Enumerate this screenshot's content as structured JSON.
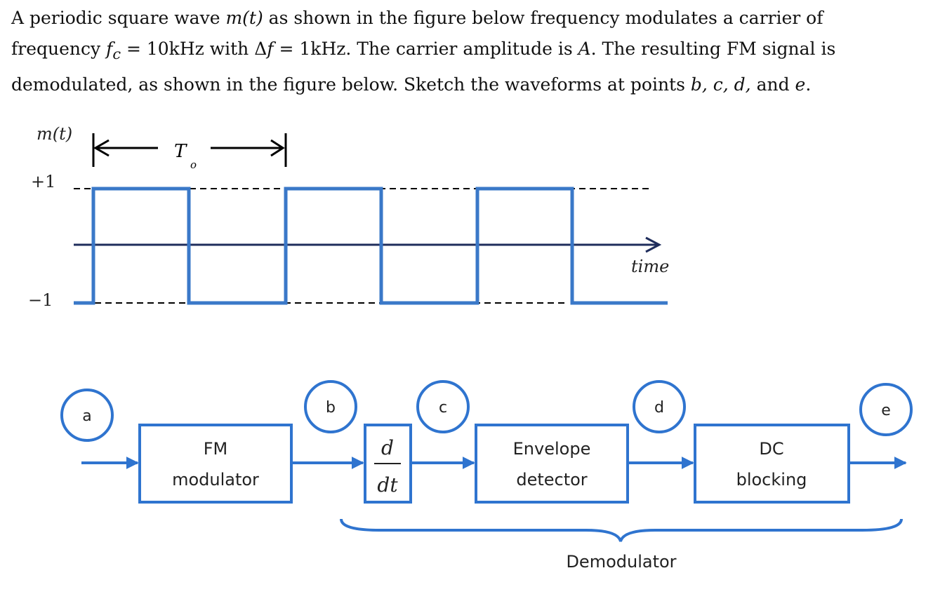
{
  "problem": {
    "line1": {
      "pre": "A periodic square wave ",
      "signal": "m(t)",
      "post": " as shown in the figure below frequency modulates a carrier of"
    },
    "line2": {
      "pre": "frequency ",
      "fc": "f",
      "fc_sub": "c",
      "mid1": " = 10kHz with Δ",
      "df": "f",
      "mid2": " = 1kHz. The carrier amplitude is ",
      "amp": "A",
      "post": ". The resulting FM signal is"
    },
    "line3": {
      "pre": "demodulated, as shown in the figure below. Sketch the waveforms at points ",
      "points": "b, c, d,",
      "mid": " and ",
      "last": "e",
      "post": "."
    }
  },
  "waveform": {
    "signal_label": "m(t)",
    "period_label": "T",
    "period_sub": "o",
    "y_high_label": "+1",
    "y_low_label": "−1",
    "axis_label": "time",
    "levels": [
      -1,
      1
    ],
    "periods_shown": 3,
    "wave_color": "#3a78c8",
    "axis_color": "#1f2d5c"
  },
  "block_diagram": {
    "points": [
      "a",
      "b",
      "c",
      "d",
      "e"
    ],
    "blocks": {
      "fm_modulator": [
        "FM",
        "modulator"
      ],
      "differentiator_num": "d",
      "differentiator_den": "dt",
      "envelope_detector": [
        "Envelope",
        "detector"
      ],
      "dc_blocking": [
        "DC",
        "blocking"
      ]
    },
    "group_label": "Demodulator",
    "color": "#2f74cf"
  }
}
